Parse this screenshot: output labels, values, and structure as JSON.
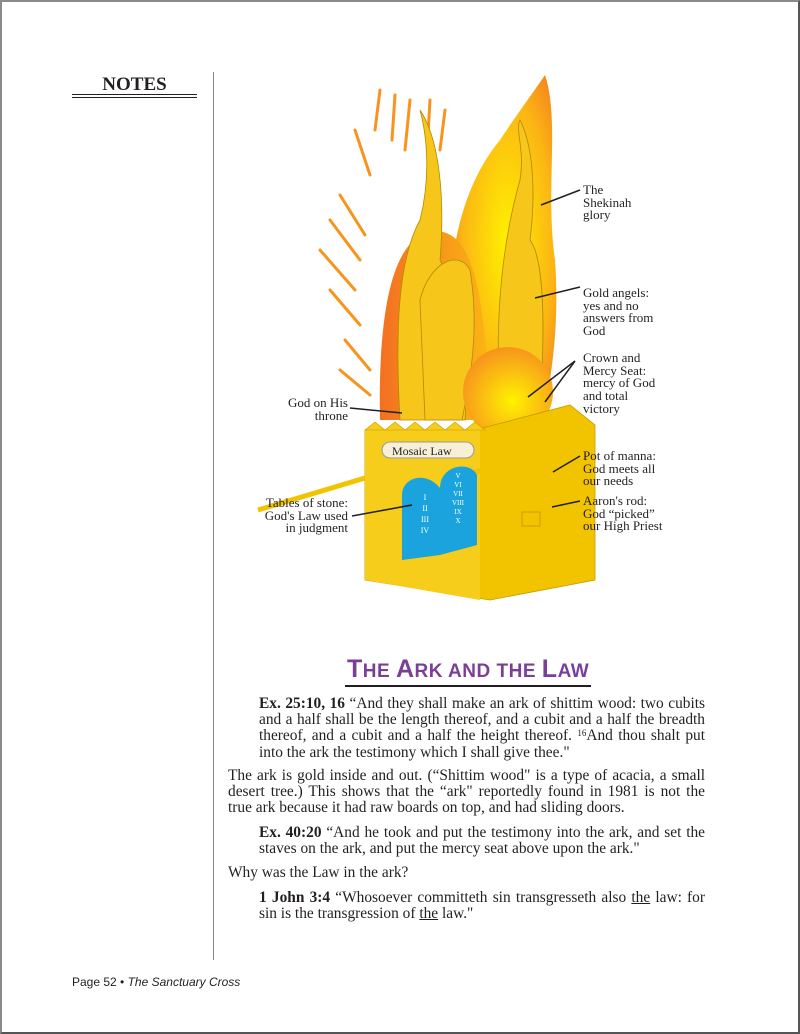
{
  "sidebar": {
    "heading": "NOTES"
  },
  "illustration": {
    "scroll_label": "Mosaic Law",
    "tablet_left": [
      "I",
      "II",
      "III",
      "IV"
    ],
    "tablet_right": [
      "V",
      "VI",
      "VII",
      "VIII",
      "IX",
      "X"
    ],
    "labels": {
      "shekinah": "The Shekinah glory",
      "angels": "Gold angels: yes and no answers from God",
      "crown": "Crown and Mercy Seat: mercy of God and total victory",
      "god": "God on His throne",
      "manna": "Pot of manna: God meets all our needs",
      "tables": "Tables of stone: God's Law used in judgment",
      "rod": "Aaron's rod: God “picked” our High Priest"
    }
  },
  "section": {
    "title_first": [
      "T",
      "A",
      "L"
    ],
    "title_rest": [
      "HE ",
      "RK AND THE ",
      "AW"
    ],
    "p1_ref": "Ex. 25:10, 16",
    "p1_text_a": " “And they shall make an ark of shittim wood: two cubits and a half shall be the length thereof, and a cubit and a half the breadth thereof, and a cubit and a half the height thereof. ",
    "p1_sup": "16",
    "p1_text_b": "And thou shalt put into the ark the testimony which I shall give thee.\"",
    "p2": "The ark is gold inside and out. (“Shittim wood\" is a type of acacia, a small desert tree.) This shows that the “ark\" reportedly found in 1981 is not the true ark because it had raw boards on top, and had sliding doors.",
    "p3_ref": "Ex. 40:20",
    "p3_text": " “And he took and put the testimony into the ark, and set the staves on the ark, and put the mercy seat above upon the ark.\"",
    "p4": "Why was the Law in the ark?",
    "p5_ref": "1 John 3:4",
    "p5_a": " “Whosoever committeth sin transgresseth also ",
    "p5_u1": "the",
    "p5_b": " law: for sin is the transgression of ",
    "p5_u2": "the",
    "p5_c": " law.\""
  },
  "footer": {
    "page": "Page 52",
    "sep": " • ",
    "book": "The Sanctuary Cross"
  }
}
